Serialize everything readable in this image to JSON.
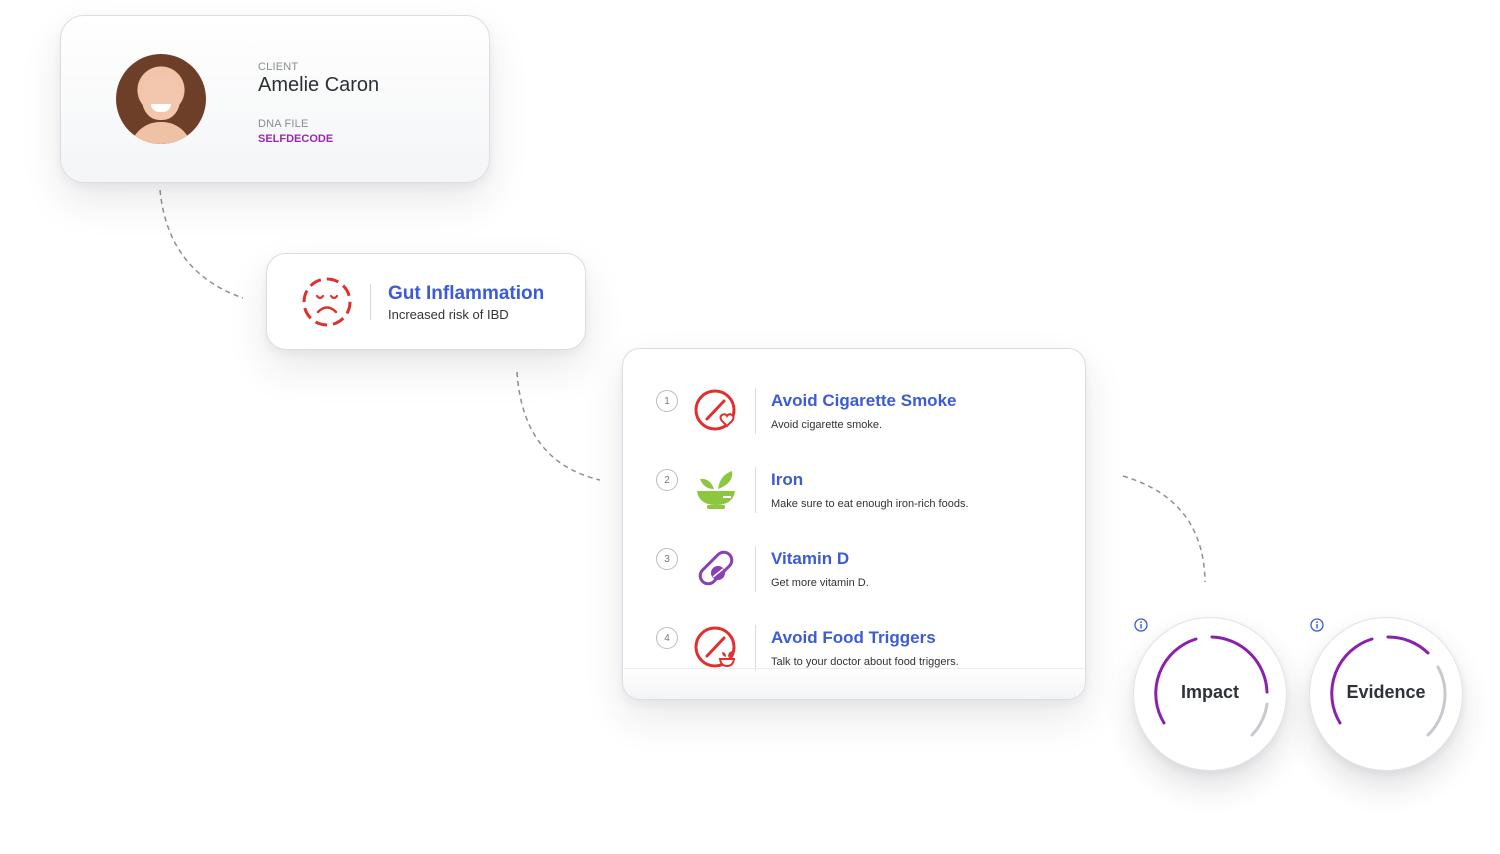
{
  "client": {
    "client_label": "CLIENT",
    "name": "Amelie Caron",
    "dna_label": "DNA FILE",
    "dna_value": "SELFDECODE"
  },
  "condition": {
    "icon": "sad-face-icon",
    "title": "Gut Inflammation",
    "subtitle": "Increased risk of IBD"
  },
  "recommendations": [
    {
      "number": "1",
      "icon": "no-smoking-icon",
      "title": "Avoid Cigarette Smoke",
      "description": "Avoid cigarette smoke."
    },
    {
      "number": "2",
      "icon": "leafy-bowl-icon",
      "title": "Iron",
      "description": "Make sure to eat enough iron-rich foods."
    },
    {
      "number": "3",
      "icon": "pill-icon",
      "title": "Vitamin D",
      "description": "Get more vitamin D."
    },
    {
      "number": "4",
      "icon": "avoid-food-icon",
      "title": "Avoid Food Triggers",
      "description": "Talk to your doctor about food triggers."
    }
  ],
  "gauges": [
    {
      "label": "Impact",
      "icon": "info-icon"
    },
    {
      "label": "Evidence",
      "icon": "info-icon"
    }
  ],
  "colors": {
    "accent_blue": "#3c5bd6",
    "brand_purple": "#9b27b0",
    "alert_red": "#e0302e",
    "green": "#8dc63f",
    "purple": "#8a3fb3"
  }
}
